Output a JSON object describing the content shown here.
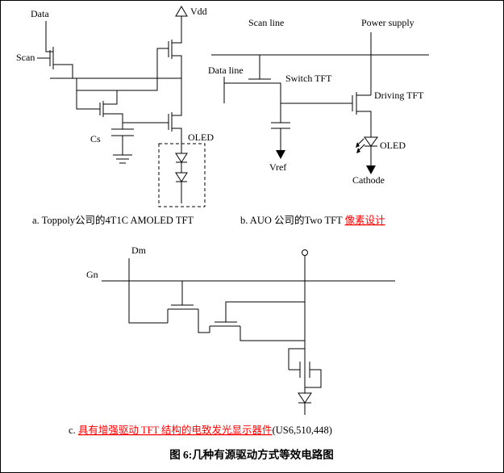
{
  "figure_title": "图 6:几种有源驱动方式等效电路图",
  "circuit_a": {
    "caption": "a. Toppoly公司的4T1C AMOLED TFT",
    "labels": {
      "data": "Data",
      "scan": "Scan",
      "vdd": "Vdd",
      "cs": "Cs",
      "oled": "OLED"
    }
  },
  "circuit_b": {
    "caption_black": "b. AUO 公司的Two TFT ",
    "caption_red": "像素设计",
    "labels": {
      "scan_line": "Scan line",
      "power_supply": "Power supply",
      "data_line": "Data line",
      "switch_tft": "Switch TFT",
      "driving_tft": "Driving TFT",
      "oled": "OLED",
      "vref": "Vref",
      "cathode": "Cathode"
    }
  },
  "circuit_c": {
    "caption_prefix": "c. ",
    "caption_red": "具有增强驱动 TFT 结构的电致发光显示器件",
    "caption_suffix": "(US6,510,448)",
    "labels": {
      "dm": "Dm",
      "gn": "Gn"
    }
  },
  "colors": {
    "wire": "#000000",
    "highlight_red": "#ff0000",
    "title_red": "#ff0000",
    "background": "#ffffff"
  }
}
